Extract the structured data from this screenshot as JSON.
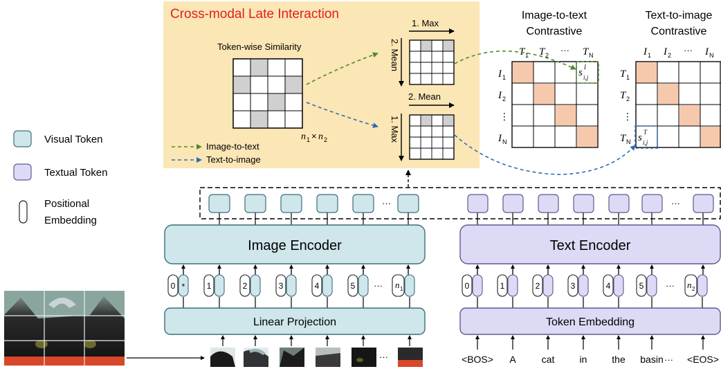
{
  "legend": {
    "visual_token": "Visual Token",
    "textual_token": "Textual Token",
    "positional_line1": "Positional",
    "positional_line2": "Embedding"
  },
  "late_interaction": {
    "title": "Cross-modal Late Interaction",
    "similarity_label": "Token-wise Similarity",
    "dim_n1": "n",
    "dim_sub1": "1",
    "dim_times": "×",
    "dim_n2": "n",
    "dim_sub2": "2",
    "top_first": "1. Max",
    "top_second": "2. Mean",
    "bottom_first": "1. Max",
    "bottom_second": "2. Mean",
    "arrow_i2t": "Image-to-text",
    "arrow_t2i": "Text-to-image"
  },
  "i2t_matrix": {
    "title_line1": "Image-to-text",
    "title_line2": "Contrastive",
    "cols": [
      "T",
      "T",
      "···",
      "T"
    ],
    "col_subs": [
      "1",
      "2",
      "",
      "N"
    ],
    "rows": [
      "I",
      "I",
      "⋮",
      "I"
    ],
    "row_subs": [
      "1",
      "2",
      "",
      "N"
    ],
    "score_base": "s",
    "score_sub": "i,j",
    "score_sup": "I"
  },
  "t2i_matrix": {
    "title_line1": "Text-to-image",
    "title_line2": "Contrastive",
    "cols": [
      "I",
      "I",
      "···",
      "I"
    ],
    "col_subs": [
      "1",
      "2",
      "",
      "N"
    ],
    "rows": [
      "T",
      "T",
      "⋮",
      "T"
    ],
    "row_subs": [
      "1",
      "2",
      "",
      "N"
    ],
    "score_base": "s",
    "score_sub": "i,j",
    "score_sup": "T"
  },
  "image_branch": {
    "encoder": "Image Encoder",
    "projection": "Linear Projection",
    "cls_symbol": "*",
    "positions": [
      "0",
      "1",
      "2",
      "3",
      "4",
      "5",
      "n"
    ],
    "last_sub": "1",
    "ellipsis": "···"
  },
  "text_branch": {
    "encoder": "Text Encoder",
    "embedding": "Token Embedding",
    "positions": [
      "0",
      "1",
      "2",
      "3",
      "4",
      "5",
      "n"
    ],
    "last_sub": "2",
    "ellipsis": "···",
    "tokens": [
      "<BOS>",
      "A",
      "cat",
      "in",
      "the",
      "basin",
      "<EOS>"
    ]
  },
  "colors": {
    "visual": "#cfe6ea",
    "visual_stroke": "#3a6f7a",
    "textual": "#dcdaf5",
    "textual_stroke": "#5e5a8e",
    "panel": "#fbe6b5",
    "title_red": "#e0201a",
    "diag": "#f7c9ac",
    "green": "#4f8a2b",
    "blue": "#2e6cb5",
    "grey_cell": "#d0d0d0"
  }
}
